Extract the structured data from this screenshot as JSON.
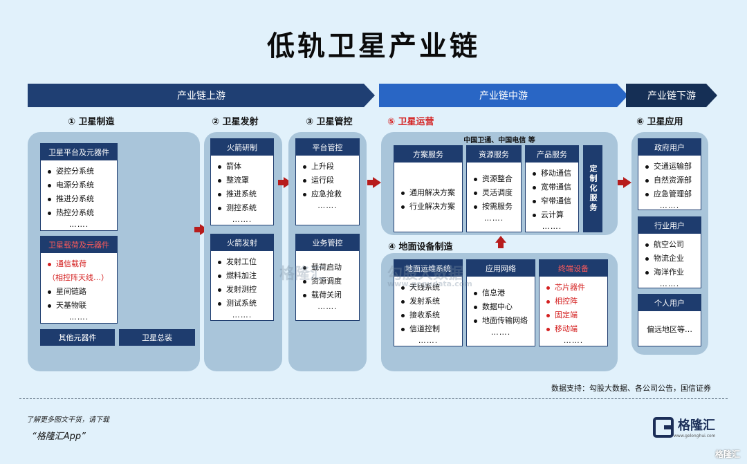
{
  "title": "低轨卫星产业链",
  "banners": {
    "upstream": "产业链上游",
    "midstream": "产业链中游",
    "downstream": "产业链下游"
  },
  "sections": {
    "s1": "① 卫星制造",
    "s2": "② 卫星发射",
    "s3": "③ 卫星管控",
    "s4": "④ 地面设备制造",
    "s5": "⑤ 卫星运营",
    "s6": "⑥ 卫星应用"
  },
  "manufacturing": {
    "platform": {
      "title": "卫星平台及元器件",
      "items": [
        "姿控分系统",
        "电源分系统",
        "推进分系统",
        "热控分系统"
      ],
      "more": "……."
    },
    "payload": {
      "title": "卫星载荷及元器件",
      "item1": "通信载荷",
      "item1_note": "（相控阵天线…）",
      "items": [
        "星间链路",
        "天基物联"
      ],
      "more": "……."
    },
    "other": "其他元器件",
    "assembly": "卫星总装"
  },
  "launch": {
    "rocket_dev": {
      "title": "火箭研制",
      "items": [
        "箭体",
        "整流罩",
        "推进系统",
        "测控系统"
      ],
      "more": "……."
    },
    "rocket_launch": {
      "title": "火箭发射",
      "items": [
        "发射工位",
        "燃料加注",
        "发射测控",
        "测试系统"
      ],
      "more": "……."
    }
  },
  "control": {
    "platform": {
      "title": "平台管控",
      "items": [
        "上升段",
        "运行段",
        "应急抢救"
      ],
      "more": "……."
    },
    "business": {
      "title": "业务管控",
      "items": [
        "载荷启动",
        "资源调度",
        "载荷关闭"
      ],
      "more": "……."
    }
  },
  "operation": {
    "operators": "中国卫通、中国电信 等",
    "solutions": {
      "title": "方案服务",
      "items": [
        "通用解决方案",
        "行业解决方案"
      ]
    },
    "resources": {
      "title": "资源服务",
      "items": [
        "资源整合",
        "灵活调度",
        "按需服务"
      ],
      "more": "……."
    },
    "products": {
      "title": "产品服务",
      "items": [
        "移动通信",
        "宽带通信",
        "窄带通信",
        "云计算"
      ],
      "more": "……."
    },
    "custom": "定制化服务"
  },
  "ground": {
    "maintenance": {
      "title": "地面运维系统",
      "items": [
        "天线系统",
        "发射系统",
        "接收系统",
        "信道控制"
      ],
      "more": "……."
    },
    "network": {
      "title": "应用网络",
      "items": [
        "信息港",
        "数据中心",
        "地面传输网络"
      ],
      "more": "……."
    },
    "terminal": {
      "title": "终端设备",
      "items": [
        "芯片器件",
        "相控阵",
        "固定端",
        "移动端"
      ],
      "more": "……."
    }
  },
  "application": {
    "gov": {
      "title": "政府用户",
      "items": [
        "交通运输部",
        "自然资源部",
        "应急管理部"
      ],
      "more": "……."
    },
    "industry": {
      "title": "行业用户",
      "items": [
        "航空公司",
        "物流企业",
        "海洋作业"
      ],
      "more": "……."
    },
    "personal": {
      "title": "个人用户",
      "item": "偏远地区等…"
    }
  },
  "watermark": {
    "brand": "格隆汇",
    "text": "勾股大数据",
    "url": "www.gogudata.com"
  },
  "source": "数据支持：勾股大数据、各公司公告，国信证券",
  "footer": {
    "line1": "了解更多图文干货，请下载",
    "line2": "“格隆汇App”",
    "logo": "格隆汇",
    "logo_sub": "www.gelonghui.com",
    "corner": "格隆汇"
  },
  "colors": {
    "banner_up": "#1f3f73",
    "banner_mid": "#2966c5",
    "banner_down": "#152f55",
    "box_head": "#1e3c6e",
    "red": "#d42020",
    "panel": "#a9c5da"
  }
}
